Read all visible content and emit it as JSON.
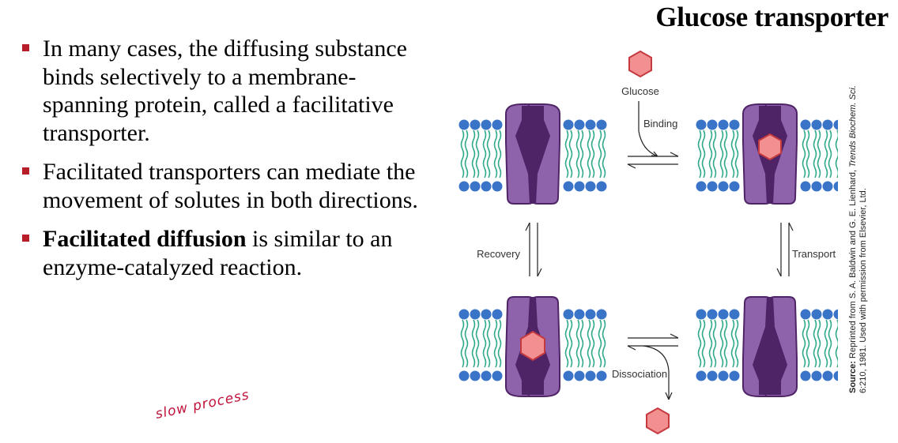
{
  "slide": {
    "title": "Glucose transporter"
  },
  "bullets": [
    {
      "text": "In many cases, the diffusing substance binds selectively to a membrane-spanning protein, called a facilitative transporter."
    },
    {
      "text": "Facilitated transporters can mediate the movement of solutes in both directions."
    },
    {
      "bold": "Facilitated diffusion",
      "rest": " is similar to an enzyme-catalyzed reaction."
    }
  ],
  "handwritten_note": "slow process",
  "diagram": {
    "labels": {
      "glucose": "Glucose",
      "binding": "Binding",
      "transport": "Transport",
      "dissociation": "Dissociation",
      "recovery": "Recovery"
    }
  },
  "credit": {
    "source_label": "Source:",
    "line1_pre": " Reprinted from S. A. Baldwin and G. E. Lienhard, ",
    "journal": "Trends Biochem. Sci.",
    "line2": "6:210, 1981. Used with permission from Elsevier, Ltd."
  },
  "colors": {
    "bullet_marker": "#b81e2a",
    "protein_light": "#8f62ac",
    "protein_dark": "#4e2466",
    "glucose": "#f28f91",
    "lipid_head": "#3a74c8",
    "lipid_tail": "#2fa98a",
    "handwriting": "#c0123a"
  }
}
